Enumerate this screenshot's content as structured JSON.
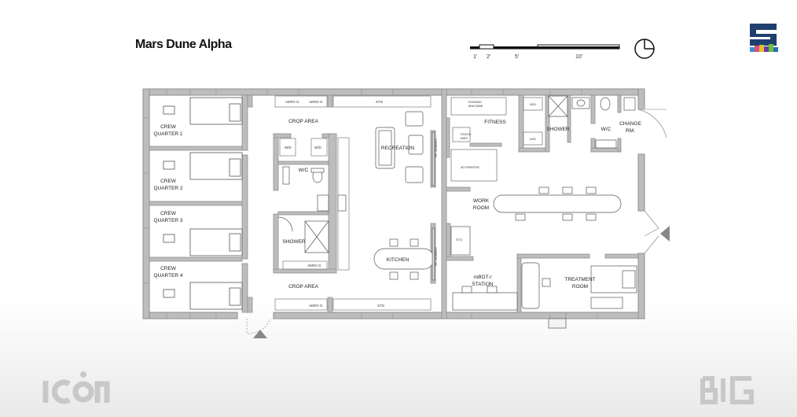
{
  "title": "Mars Dune Alpha",
  "scale_bar": {
    "ticks": [
      "1'",
      "2'",
      "5'",
      "10'"
    ]
  },
  "rooms": {
    "crew_quarter_1": [
      "CREW",
      "QUARTER 1"
    ],
    "crew_quarter_2": [
      "CREW",
      "QUARTER 2"
    ],
    "crew_quarter_3": [
      "CREW",
      "QUARTER 3"
    ],
    "crew_quarter_4": [
      "CREW",
      "QUARTER 4"
    ],
    "crop_area_top": "CROP AREA",
    "crop_area_bottom": "CROP AREA",
    "wc_left": "W/C",
    "shower_left": "SHOWER",
    "recreation": "RECREATION",
    "kitchen": "KITCHEN",
    "fitness": "FITNESS",
    "shower_right": "SHOWER",
    "wc_right": "W/C",
    "change_room": [
      "CHANGE",
      "RM."
    ],
    "work_room": [
      "WORK",
      "ROOM"
    ],
    "robot_station": [
      "roBOT-r",
      "STATION"
    ],
    "treatment_room": [
      "TREATMENT",
      "ROOM"
    ]
  },
  "fixtures": {
    "aero_g": "AERO G",
    "stg": "STG",
    "w_d": "W/D",
    "rowing_machine": [
      "ROWING",
      "MACHINE"
    ],
    "static_bike": [
      "STATIC",
      "BIKE"
    ],
    "printer_3d": "3D PRINTER",
    "screen": "59\" SCREEN"
  },
  "logos": {
    "icon": "ICON",
    "big": "BIG"
  },
  "colors": {
    "wall": "#8f8f8f",
    "wall_fill": "#bdbdbd",
    "ink": "#222222",
    "logo": "#c8c8c8"
  }
}
